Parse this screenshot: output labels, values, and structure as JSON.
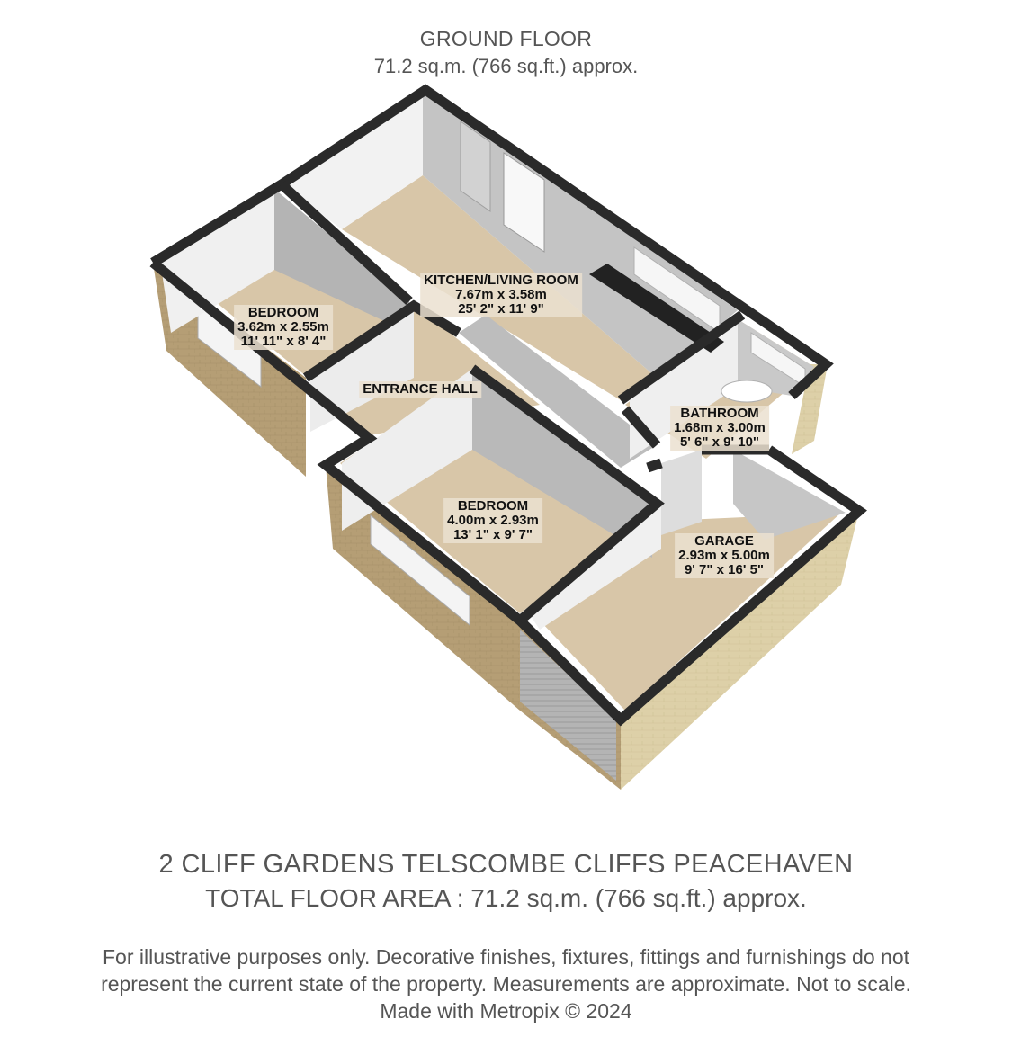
{
  "header": {
    "floor_title": "GROUND FLOOR",
    "floor_area": "71.2 sq.m. (766 sq.ft.) approx."
  },
  "rooms": [
    {
      "name": "KITCHEN/LIVING ROOM",
      "metric": "7.67m x 3.58m",
      "imperial": "25' 2\" x 11' 9\""
    },
    {
      "name": "BEDROOM",
      "metric": "3.62m x 2.55m",
      "imperial": "11' 11\" x 8' 4\""
    },
    {
      "name": "ENTRANCE HALL"
    },
    {
      "name": "BATHROOM",
      "metric": "1.68m x 3.00m",
      "imperial": "5' 6\" x 9' 10\""
    },
    {
      "name": "BEDROOM",
      "metric": "4.00m x 2.93m",
      "imperial": "13' 1\" x 9' 7\""
    },
    {
      "name": "GARAGE",
      "metric": "2.93m x 5.00m",
      "imperial": "9' 7\" x 16' 5\""
    }
  ],
  "footer": {
    "address": "2 CLIFF GARDENS TELSCOMBE CLIFFS PEACEHAVEN",
    "total_area": "TOTAL FLOOR AREA : 71.2 sq.m. (766 sq.ft.) approx.",
    "disclaimer_line1": "For illustrative purposes only. Decorative finishes, fixtures, fittings and furnishings do not",
    "disclaimer_line2": "represent the current state of the property. Measurements are approximate. Not to scale.",
    "disclaimer_line3": "Made with Metropix © 2024"
  },
  "colors": {
    "floor": "#d8c6a8",
    "wall_top": "#2a2a2a",
    "brick": "#b59e75",
    "wall_inner": "#e6e6e6",
    "wall_shadow": "#b8b8b8",
    "text": "#555555"
  }
}
